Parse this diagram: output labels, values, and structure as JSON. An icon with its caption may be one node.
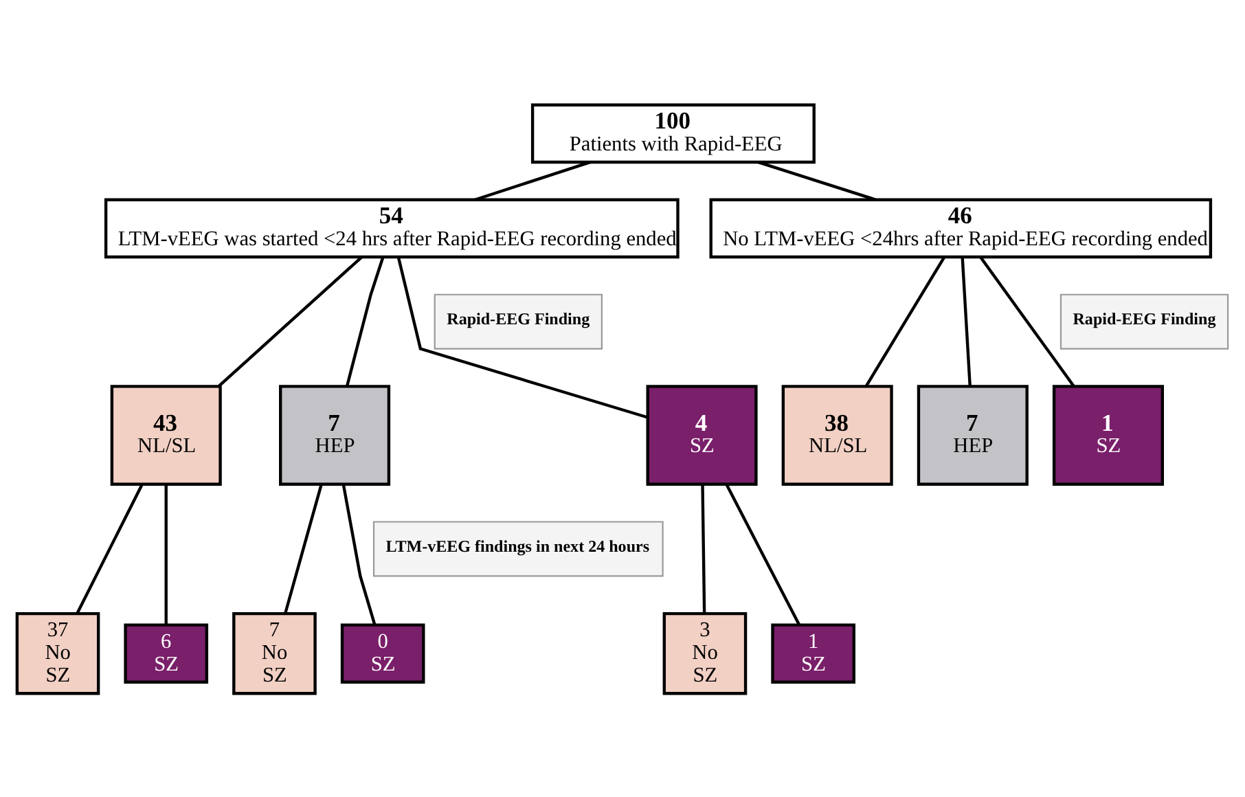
{
  "diagram": {
    "nodes": [
      {
        "text": [
          "100",
          "Patients with Rapid-EEG"
        ]
      },
      {
        "text": [
          "54",
          "LTM-vEEG was started <24 hrs after Rapid-EEG recording ended"
        ]
      },
      {
        "text": [
          "46",
          "No LTM-vEEG <24hrs after Rapid-EEG recording ended"
        ]
      },
      {
        "text": [
          "Rapid-EEG Finding"
        ]
      },
      {
        "text": [
          "43",
          "NL/SL"
        ]
      },
      {
        "text": [
          "7",
          "HEP"
        ]
      },
      {
        "text": [
          "4",
          "SZ"
        ]
      },
      {
        "text": [
          "Rapid-EEG Finding"
        ]
      },
      {
        "text": [
          "38",
          "NL/SL"
        ]
      },
      {
        "text": [
          "7",
          "HEP"
        ]
      },
      {
        "text": [
          "1",
          "SZ"
        ]
      },
      {
        "text": [
          "LTM-vEEG findings in next 24 hours"
        ]
      },
      {
        "text": [
          "37",
          "No SZ"
        ]
      },
      {
        "text": [
          "6",
          "SZ"
        ]
      },
      {
        "text": [
          "7",
          "No SZ"
        ]
      },
      {
        "text": [
          "0",
          "SZ"
        ]
      },
      {
        "text": [
          "3",
          "No SZ"
        ]
      },
      {
        "text": [
          "1",
          "SZ"
        ]
      }
    ],
    "edges": [
      {
        "from": 0,
        "to": 1,
        "arrow": "none"
      },
      {
        "from": 0,
        "to": 2,
        "arrow": "none"
      },
      {
        "from": 1,
        "to": 4,
        "arrow": "none"
      },
      {
        "from": 1,
        "to": 5,
        "arrow": "none"
      },
      {
        "from": 1,
        "to": 6,
        "arrow": "none"
      },
      {
        "from": 2,
        "to": 8,
        "arrow": "none"
      },
      {
        "from": 2,
        "to": 9,
        "arrow": "none"
      },
      {
        "from": 2,
        "to": 10,
        "arrow": "none"
      },
      {
        "from": 4,
        "to": 12,
        "arrow": "none"
      },
      {
        "from": 4,
        "to": 13,
        "arrow": "none"
      },
      {
        "from": 5,
        "to": 14,
        "arrow": "none"
      },
      {
        "from": 5,
        "to": 15,
        "arrow": "none"
      },
      {
        "from": 6,
        "to": 16,
        "arrow": "none"
      },
      {
        "from": 6,
        "to": 17,
        "arrow": "none"
      }
    ]
  }
}
